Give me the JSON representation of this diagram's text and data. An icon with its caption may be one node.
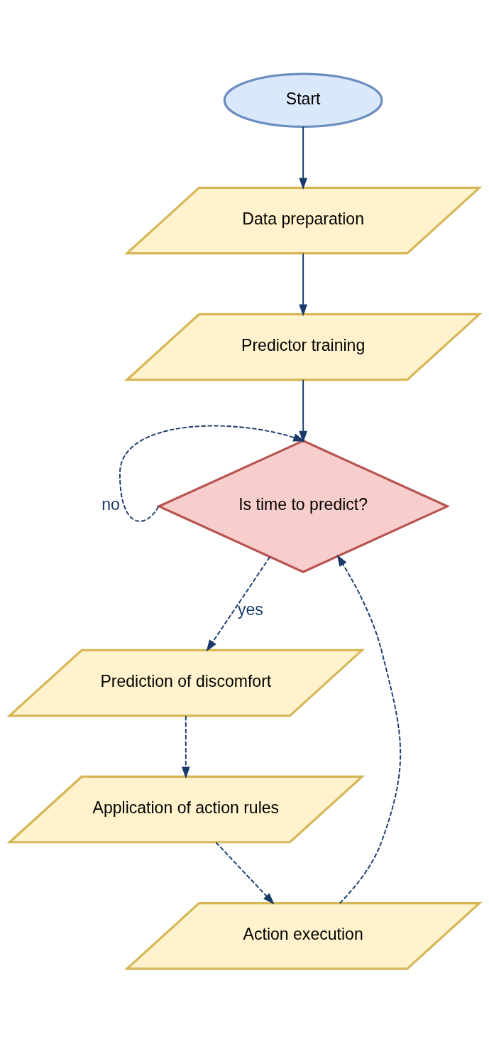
{
  "diagram": {
    "nodes": [
      {
        "text": [
          "Start"
        ]
      },
      {
        "text": [
          "Data preparation"
        ]
      },
      {
        "text": [
          "Predictor training"
        ]
      },
      {
        "text": [
          "Is time to predict?"
        ]
      },
      {
        "text": [
          "Prediction of discomfort"
        ]
      },
      {
        "text": [
          "Application of action rules"
        ]
      },
      {
        "text": [
          "Action execution"
        ]
      }
    ],
    "edges": [
      {
        "from": 0,
        "to": 1,
        "arrow": "to"
      },
      {
        "from": 1,
        "to": 2,
        "arrow": "to"
      },
      {
        "from": 2,
        "to": 3,
        "arrow": "to"
      },
      {
        "from": 3,
        "to": 3,
        "arrow": "to",
        "label": "no",
        "style": "dashed"
      },
      {
        "from": 3,
        "to": 4,
        "arrow": "to",
        "label": "yes",
        "style": "dashed"
      },
      {
        "from": 4,
        "to": 5,
        "arrow": "to",
        "style": "dashed"
      },
      {
        "from": 5,
        "to": 6,
        "arrow": "to",
        "style": "dashed"
      },
      {
        "from": 6,
        "to": 3,
        "arrow": "to",
        "style": "dashed"
      }
    ]
  }
}
